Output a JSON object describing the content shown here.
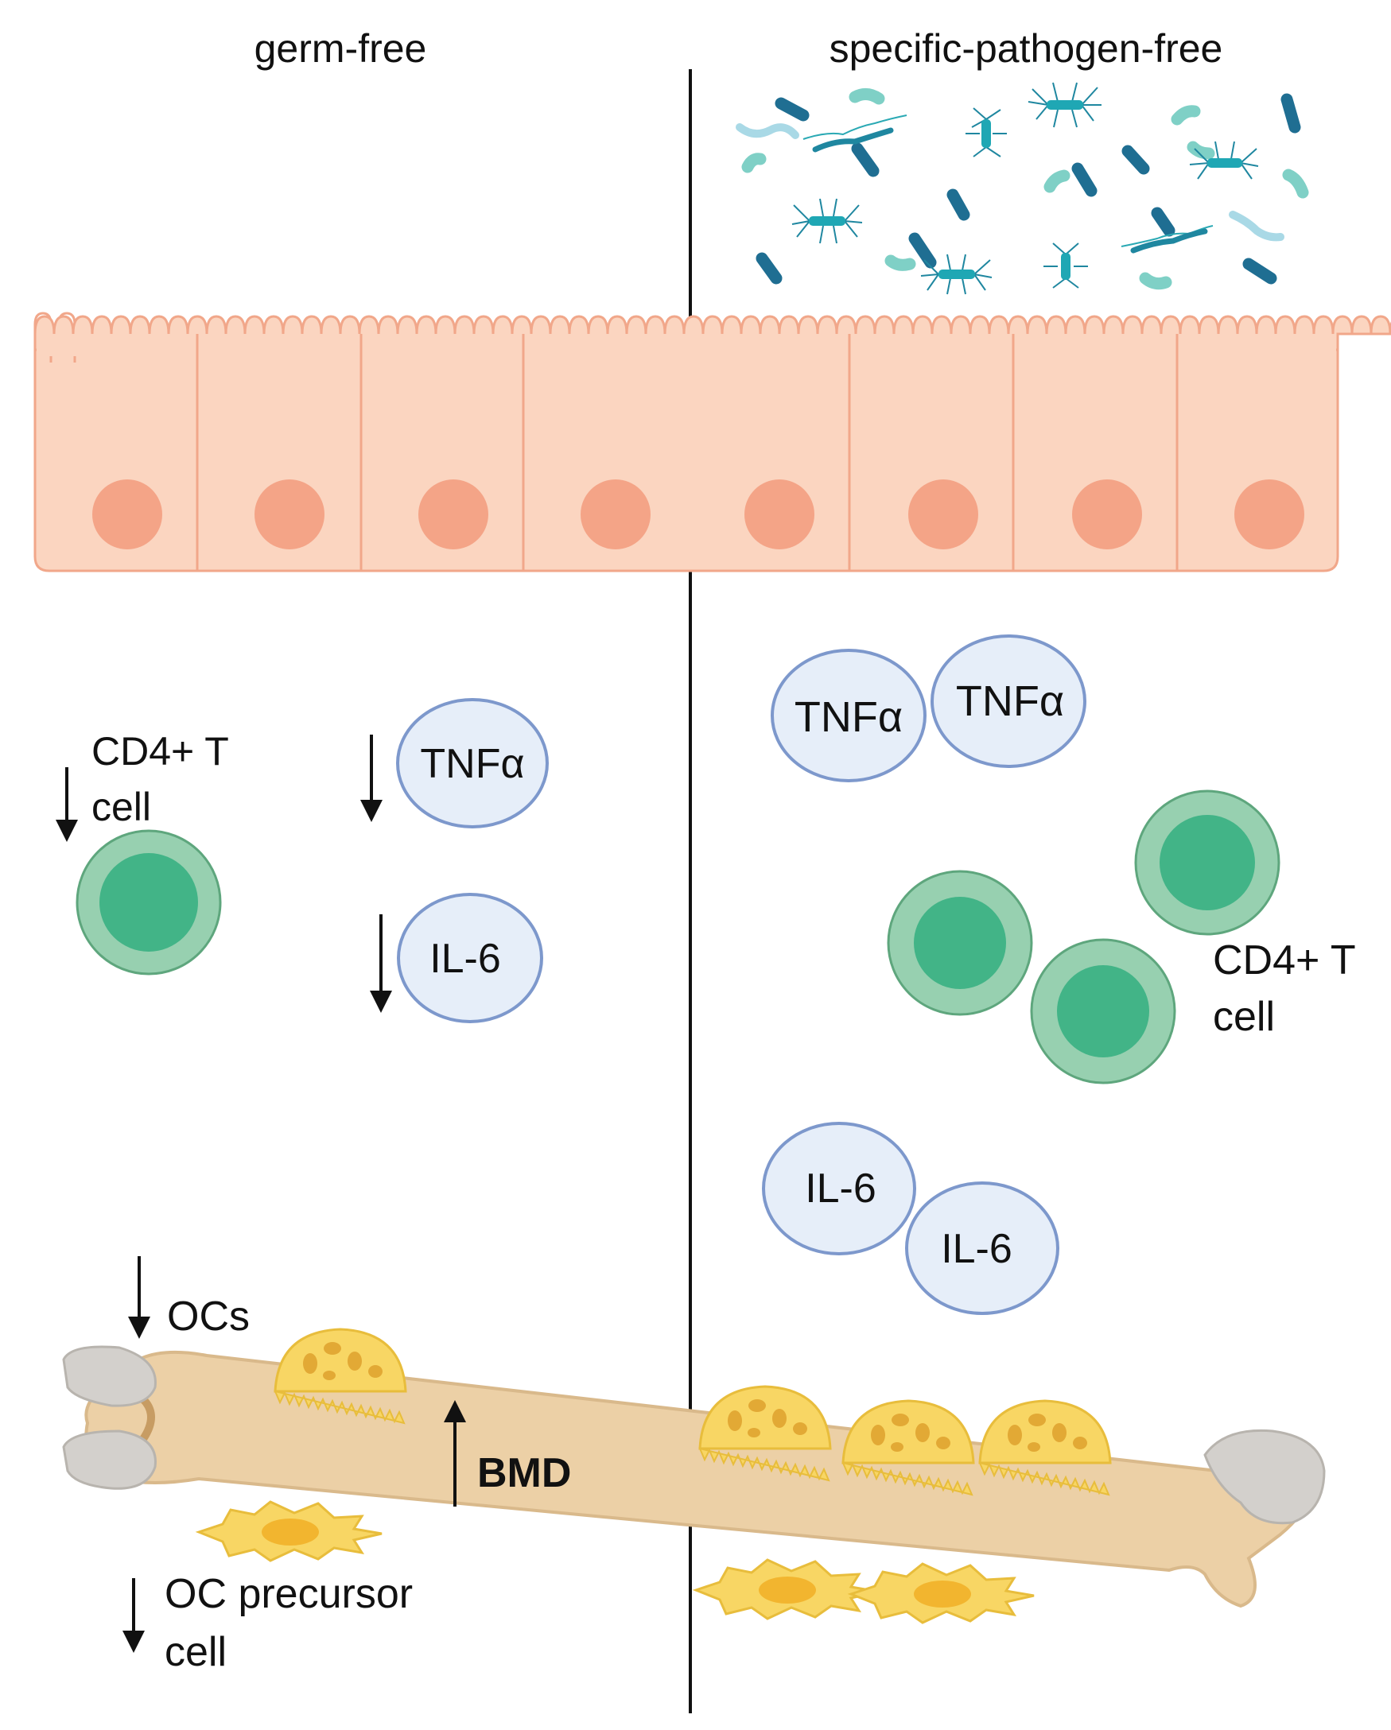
{
  "headings": {
    "left": "germ-free",
    "right": "specific-pathogen-free"
  },
  "left_panel": {
    "t_cell_label_line1": "CD4+ T",
    "t_cell_label_line2": "cell",
    "tnf": "TNFα",
    "il6": "IL-6",
    "ocs": "OCs",
    "bmd": "BMD",
    "precursor_line1": "OC precursor",
    "precursor_line2": "cell"
  },
  "right_panel": {
    "tnf_1": "TNFα",
    "tnf_2": "TNFα",
    "il6_1": "IL-6",
    "il6_2": "IL-6",
    "t_cell_label_line1": "CD4+ T",
    "t_cell_label_line2": "cell"
  },
  "colors": {
    "epithelium": "#fbd5c0",
    "nucleus": "#f4a487",
    "cytokine_fill": "#e6eef9",
    "cytokine_stroke": "#7d98cc",
    "t_cell_outer": "#97d0b0",
    "t_cell_inner": "#42b487",
    "bone": "#ecd0a6",
    "bone_cap": "#d3d0cc",
    "osteoclast": "#f8d664",
    "bacteria_dark": "#1f6e92",
    "bacteria_light": "#7fd0c6"
  },
  "icons": [
    "down-arrow-icon",
    "up-arrow-icon",
    "bacteria-icon",
    "t-cell-icon",
    "osteoclast-icon",
    "bone-icon"
  ]
}
